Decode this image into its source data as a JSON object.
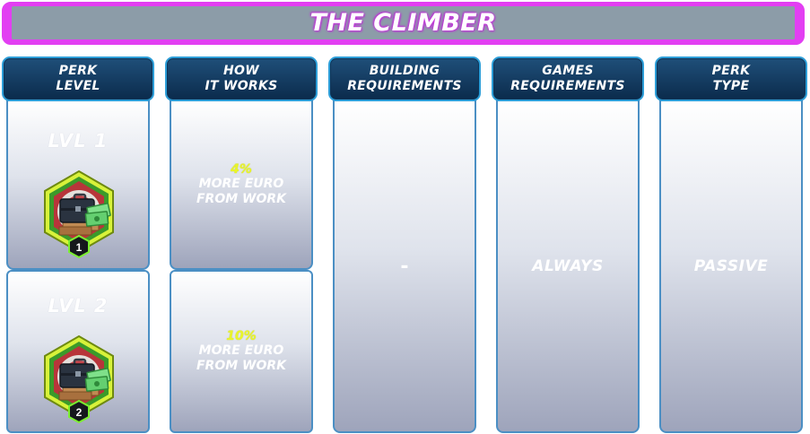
{
  "title": "THE CLIMBER",
  "columns": {
    "perk_level": {
      "line1": "PERK",
      "line2": "LEVEL"
    },
    "how_it_works": {
      "line1": "HOW",
      "line2": "IT WORKS"
    },
    "building_requirements": {
      "line1": "BUILDING",
      "line2": "REQUIREMENTS"
    },
    "games_requirements": {
      "line1": "GAMES",
      "line2": "REQUIREMENTS"
    },
    "perk_type": {
      "line1": "PERK",
      "line2": "TYPE"
    }
  },
  "levels": [
    {
      "label": "LVL 1",
      "badge_number": "1",
      "percent": "4%",
      "desc1": "MORE EURO",
      "desc2": "FROM WORK"
    },
    {
      "label": "LVL 2",
      "badge_number": "2",
      "percent": "10%",
      "desc1": "MORE EURO",
      "desc2": "FROM WORK"
    }
  ],
  "building_requirements_value": "-",
  "games_requirements_value": "ALWAYS",
  "perk_type_value": "PASSIVE",
  "icons": {
    "badge": "briefcase-money-badge-icon"
  },
  "colors": {
    "title_border": "#e23ff2",
    "header_bg": "#0b2b4c",
    "header_border": "#2d9ed8",
    "percent": "#e9f52a"
  }
}
